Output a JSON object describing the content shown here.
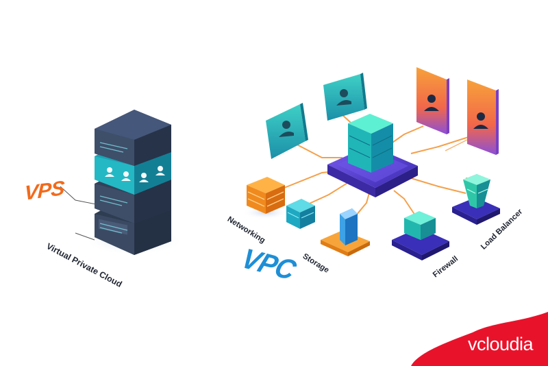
{
  "diagram": {
    "vps_label": "VPS",
    "vps_caption": "Virtual Private Cloud",
    "vpc_label": "VPC",
    "nodes": {
      "networking": "Networking",
      "storage": "Storage",
      "firewall": "Firewall",
      "load_balancer": "Load Balancer"
    }
  },
  "brand": {
    "name": "vcloudia",
    "color": "#e8132b"
  },
  "colors": {
    "server_dark": "#2f3d52",
    "server_teal": "#1aa3b3",
    "hub_purple": "#5b3fd6",
    "connector_orange": "#f5a04a",
    "networking_orange": "#f6932c",
    "node_teal": "#2cc7b0"
  },
  "icons": [
    "user-icon",
    "server-icon"
  ]
}
